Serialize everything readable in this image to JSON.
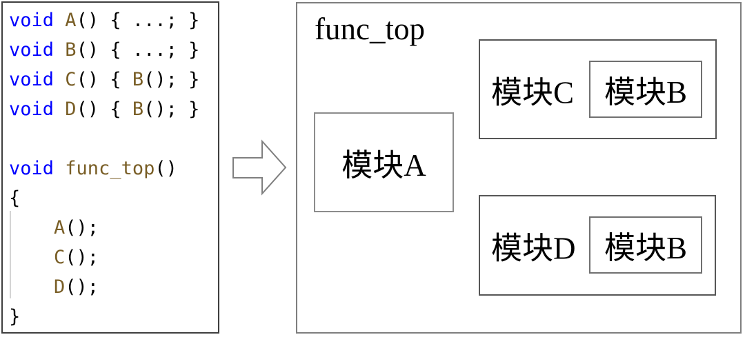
{
  "syntax_colors": {
    "keyword": "#0000ff",
    "function": "#795e26",
    "plain": "#000000"
  },
  "code_panel": {
    "lines": [
      [
        {
          "t": "keyword",
          "s": "void"
        },
        {
          "t": "plain",
          "s": " "
        },
        {
          "t": "function",
          "s": "A"
        },
        {
          "t": "plain",
          "s": "() { ...; }"
        }
      ],
      [
        {
          "t": "keyword",
          "s": "void"
        },
        {
          "t": "plain",
          "s": " "
        },
        {
          "t": "function",
          "s": "B"
        },
        {
          "t": "plain",
          "s": "() { ...; }"
        }
      ],
      [
        {
          "t": "keyword",
          "s": "void"
        },
        {
          "t": "plain",
          "s": " "
        },
        {
          "t": "function",
          "s": "C"
        },
        {
          "t": "plain",
          "s": "() { "
        },
        {
          "t": "function",
          "s": "B"
        },
        {
          "t": "plain",
          "s": "(); }"
        }
      ],
      [
        {
          "t": "keyword",
          "s": "void"
        },
        {
          "t": "plain",
          "s": " "
        },
        {
          "t": "function",
          "s": "D"
        },
        {
          "t": "plain",
          "s": "() { "
        },
        {
          "t": "function",
          "s": "B"
        },
        {
          "t": "plain",
          "s": "(); }"
        }
      ],
      [
        {
          "t": "plain",
          "s": ""
        }
      ],
      [
        {
          "t": "keyword",
          "s": "void"
        },
        {
          "t": "plain",
          "s": " "
        },
        {
          "t": "function",
          "s": "func_top"
        },
        {
          "t": "plain",
          "s": "()"
        }
      ],
      [
        {
          "t": "plain",
          "s": "{"
        }
      ],
      [
        {
          "t": "plain",
          "s": "    "
        },
        {
          "t": "function",
          "s": "A"
        },
        {
          "t": "plain",
          "s": "();"
        }
      ],
      [
        {
          "t": "plain",
          "s": "    "
        },
        {
          "t": "function",
          "s": "C"
        },
        {
          "t": "plain",
          "s": "();"
        }
      ],
      [
        {
          "t": "plain",
          "s": "    "
        },
        {
          "t": "function",
          "s": "D"
        },
        {
          "t": "plain",
          "s": "();"
        }
      ],
      [
        {
          "t": "plain",
          "s": "}"
        }
      ]
    ]
  },
  "arrow": {
    "icon": "right-block-arrow"
  },
  "diagram": {
    "title": "func_top",
    "modules": {
      "a": "模块A",
      "c": "模块C",
      "c_b": "模块B",
      "d": "模块D",
      "d_b": "模块B"
    }
  }
}
